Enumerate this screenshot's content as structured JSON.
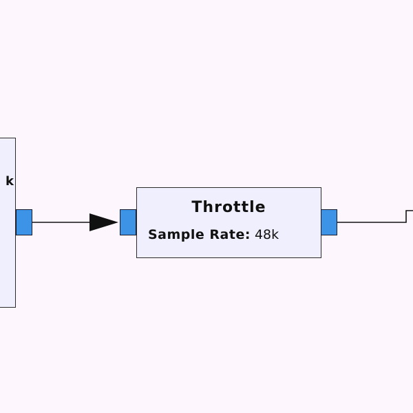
{
  "canvas": {
    "background": "#fdf7fd",
    "block_fill": "#f0effd",
    "port_fill": "#3d93e6"
  },
  "blocks": {
    "left_partial": {
      "visible_text": "k"
    },
    "throttle": {
      "title": "Throttle",
      "params": [
        {
          "name": "Sample Rate:",
          "value": "48k"
        }
      ]
    }
  }
}
